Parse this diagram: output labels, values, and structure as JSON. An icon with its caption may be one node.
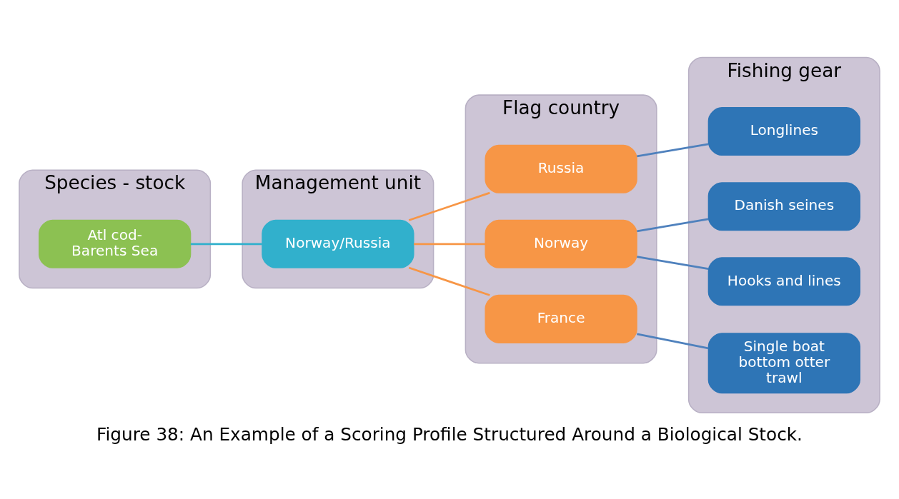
{
  "diagram": {
    "caption": "Figure 38: An Example of a Scoring Profile Structured Around a Biological Stock.",
    "nodes": [
      {
        "text": [
          "Species - stock"
        ]
      },
      {
        "text": [
          "Atl cod- Barents Sea"
        ],
        "in": 0
      },
      {
        "text": [
          "Management unit"
        ]
      },
      {
        "text": [
          "Norway/Russia"
        ],
        "in": 2
      },
      {
        "text": [
          "Flag country"
        ]
      },
      {
        "text": [
          "Russia"
        ],
        "in": 4
      },
      {
        "text": [
          "Norway"
        ],
        "in": 4
      },
      {
        "text": [
          "France"
        ],
        "in": 4
      },
      {
        "text": [
          "Fishing gear"
        ]
      },
      {
        "text": [
          "Longlines"
        ],
        "in": 8
      },
      {
        "text": [
          "Danish seines"
        ],
        "in": 8
      },
      {
        "text": [
          "Hooks and lines"
        ],
        "in": 8
      },
      {
        "text": [
          "Single boat bottom otter trawl"
        ],
        "in": 8
      }
    ],
    "edges": [
      {
        "from": 1,
        "to": 3,
        "arrow": "none",
        "color": "#31b0cc"
      },
      {
        "from": 3,
        "to": 5,
        "arrow": "none",
        "color": "#f79646"
      },
      {
        "from": 3,
        "to": 6,
        "arrow": "none",
        "color": "#f79646"
      },
      {
        "from": 3,
        "to": 7,
        "arrow": "none",
        "color": "#f79646"
      },
      {
        "from": 5,
        "to": 9,
        "arrow": "none"
      },
      {
        "from": 6,
        "to": 10,
        "arrow": "none"
      },
      {
        "from": 6,
        "to": 11,
        "arrow": "none"
      },
      {
        "from": 7,
        "to": 12,
        "arrow": "none"
      }
    ]
  }
}
